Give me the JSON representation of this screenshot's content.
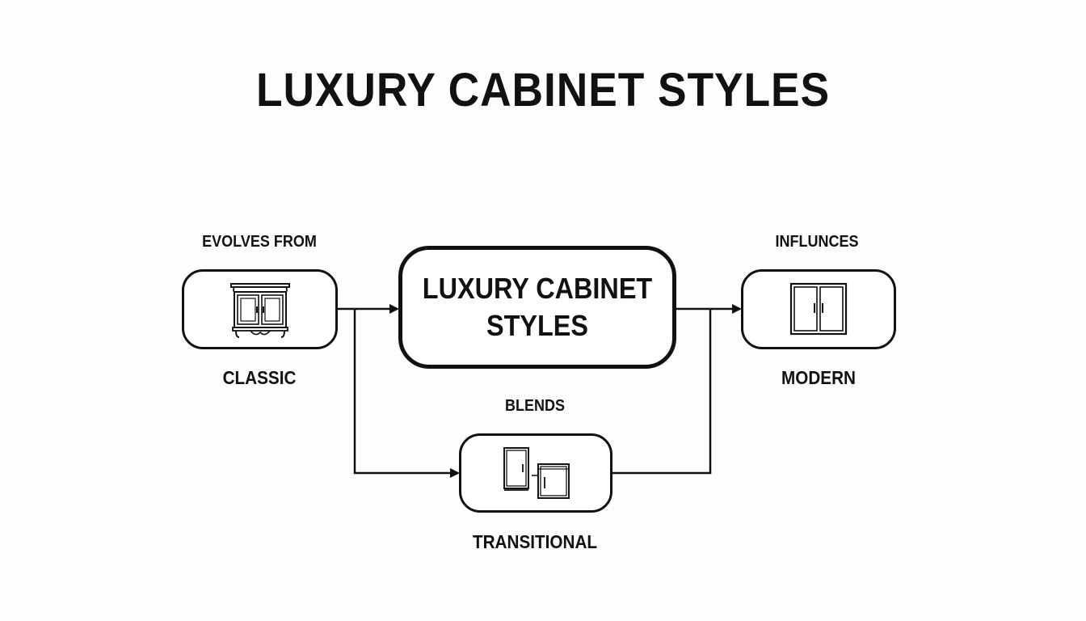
{
  "title": "LUXURY CABINET STYLES",
  "nodes": {
    "center": {
      "label_line1": "LUXURY CABINET",
      "label_line2": "STYLES"
    },
    "classic": {
      "label": "CLASSIC",
      "icon": "ornate-cabinet-icon"
    },
    "modern": {
      "label": "MODERN",
      "icon": "modern-cabinet-icon"
    },
    "transitional": {
      "label": "TRANSITIONAL",
      "icon": "blended-cabinets-icon"
    }
  },
  "edges": {
    "classic_to_center": "EVOLVES FROM",
    "center_to_modern": "INFLUNCES",
    "to_transitional": "BLENDS"
  },
  "colors": {
    "stroke": "#111111",
    "background": "#ffffff"
  }
}
